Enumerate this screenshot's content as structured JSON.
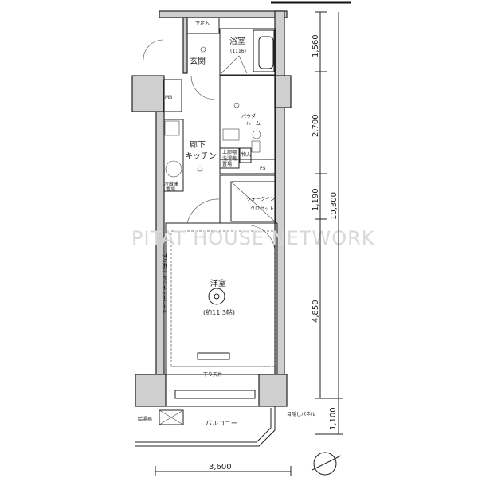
{
  "rooms": {
    "shoe_storage": "下足入",
    "bath": "浴室",
    "bath_size": "(1116)",
    "entrance": "玄関",
    "meter_box": "MB",
    "powder_room_1": "パウダー",
    "powder_room_2": "ルーム",
    "hallway": "廊下",
    "kitchen": "キッチン",
    "pipe_space": "PS",
    "walk_in_1": "ウォークイン",
    "walk_in_2": "クロゼット",
    "western_room": "洋室",
    "western_room_size": "(約11.3帖)",
    "lowered_ceiling_bottom": "下り天井",
    "lowered_ceiling_side": "下り天井",
    "picture_rail": "ピクチャーレール",
    "balcony": "バルコニー",
    "privacy_panel": "目隠しパネル",
    "fridge": "冷蔵庫",
    "fridge_2": "置場",
    "washer": "洗濯機",
    "washer_2": "置場",
    "upper_cabinet": "上部棚",
    "storage": "物入",
    "water_heater": "給湯器"
  },
  "dimensions": {
    "d1": "1,560",
    "d2": "2,700",
    "d3": "1,190",
    "d4": "4,850",
    "d5": "1,100",
    "total": "10,300",
    "width": "3,600"
  },
  "watermark": "PITAT HOUSE NETWORK"
}
